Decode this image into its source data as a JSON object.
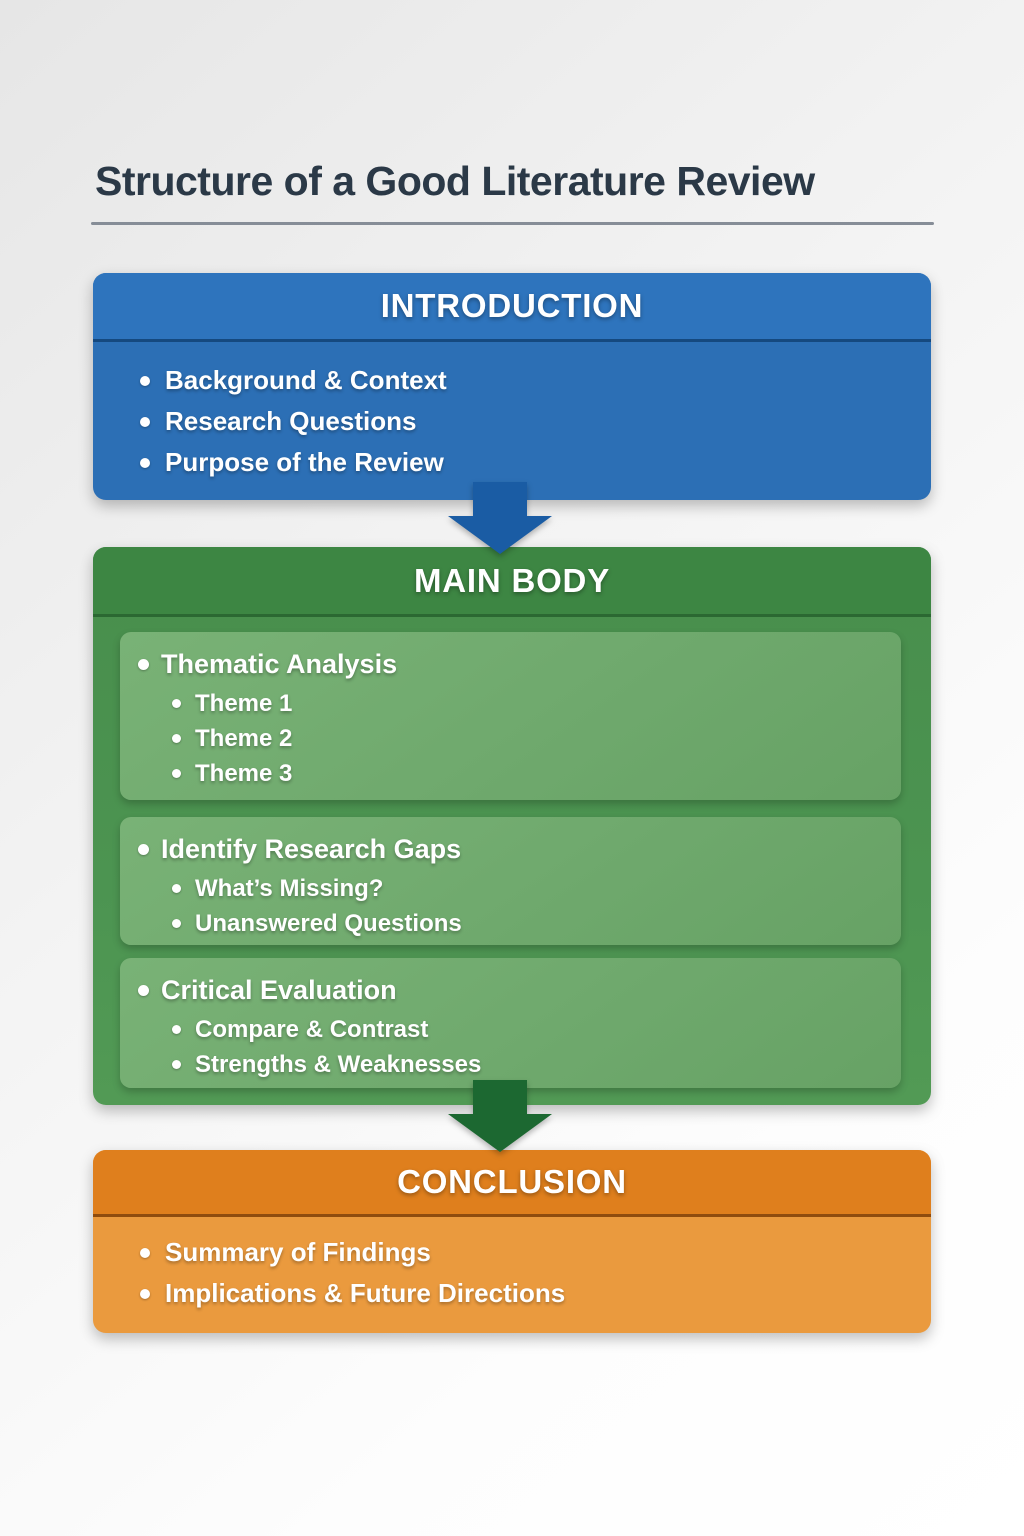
{
  "title": "Structure of a Good Literature Review",
  "sections": {
    "introduction": {
      "header": "INTRODUCTION",
      "bullets": [
        "Background & Context",
        "Research Questions",
        "Purpose of the Review"
      ]
    },
    "main_body": {
      "header": "MAIN BODY",
      "subsections": [
        {
          "title": "Thematic Analysis",
          "items": [
            "Theme 1",
            "Theme 2",
            "Theme 3"
          ]
        },
        {
          "title": "Identify Research Gaps",
          "items": [
            "What’s Missing?",
            "Unanswered Questions"
          ]
        },
        {
          "title": "Critical Evaluation",
          "items": [
            "Compare & Contrast",
            "Strengths & Weaknesses"
          ]
        }
      ]
    },
    "conclusion": {
      "header": "CONCLUSION",
      "bullets": [
        "Summary of Findings",
        "Implications & Future Directions"
      ]
    }
  },
  "icons": {
    "arrow_intro_to_main": "arrow-down-icon",
    "arrow_main_to_conclusion": "arrow-down-icon",
    "bullet": "bullet-dot-icon"
  },
  "colors": {
    "title_text": "#2b3947",
    "title_rule": "#868d97",
    "intro_header_bg": "#2e74bd",
    "intro_body_bg": "#2c6fb5",
    "intro_divider": "#15497f",
    "main_header_bg": "#3d8643",
    "main_body_bg": "#4c9451",
    "main_subbox_bg": "#72ac70",
    "main_divider": "#2b6832",
    "conclusion_header_bg": "#df7f1d",
    "conclusion_body_bg": "#ea9a3e",
    "conclusion_divider": "#8f4c0e",
    "arrow_blue": "#1a5ca4",
    "arrow_green": "#1c6831",
    "text_on_boxes": "#ffffff"
  }
}
